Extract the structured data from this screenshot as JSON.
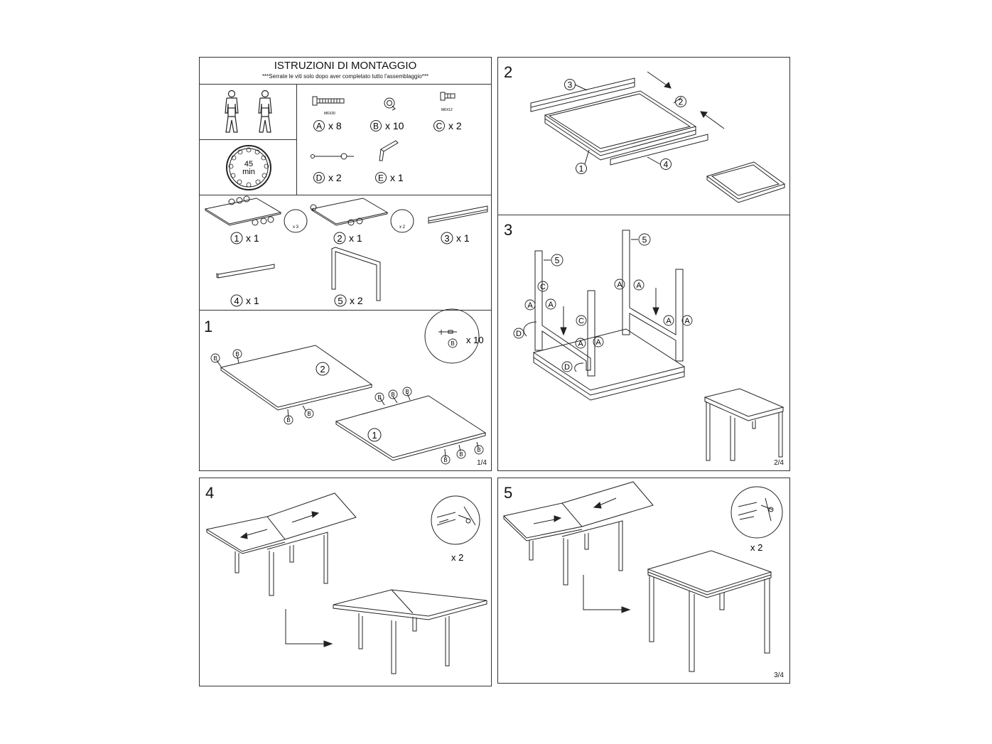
{
  "header": {
    "title": "ISTRUZIONI DI MONTAGGIO",
    "subtitle": "***Serrate le viti solo dopo aver completato tutto l'assemblaggio***"
  },
  "time": {
    "value": "45",
    "unit": "min"
  },
  "hardware": [
    {
      "code": "M6X30",
      "letter": "A",
      "qty": "x 8"
    },
    {
      "letter": "B",
      "qty": "x 10"
    },
    {
      "code": "M6X12",
      "letter": "C",
      "qty": "x 2"
    },
    {
      "letter": "D",
      "qty": "x 2"
    },
    {
      "letter": "E",
      "qty": "x 1"
    }
  ],
  "parts": [
    {
      "num": "1",
      "qty": "x 1",
      "detail": "x 3"
    },
    {
      "num": "2",
      "qty": "x 1",
      "detail": "x 2"
    },
    {
      "num": "3",
      "qty": "x 1"
    },
    {
      "num": "4",
      "qty": "x 1"
    },
    {
      "num": "5",
      "qty": "x 2"
    }
  ],
  "steps": {
    "s1": {
      "num": "1",
      "qty": "x 10",
      "page": "1/4"
    },
    "s2": {
      "num": "2"
    },
    "s3": {
      "num": "3",
      "page": "2/4"
    },
    "s4": {
      "num": "4",
      "qty": "x 2"
    },
    "s5": {
      "num": "5",
      "qty": "x 2",
      "page": "3/4"
    }
  },
  "labels": {
    "A": "A",
    "B": "B",
    "C": "C",
    "D": "D",
    "E": "E",
    "n1": "1",
    "n2": "2",
    "n3": "3",
    "n4": "4",
    "n5": "5"
  }
}
